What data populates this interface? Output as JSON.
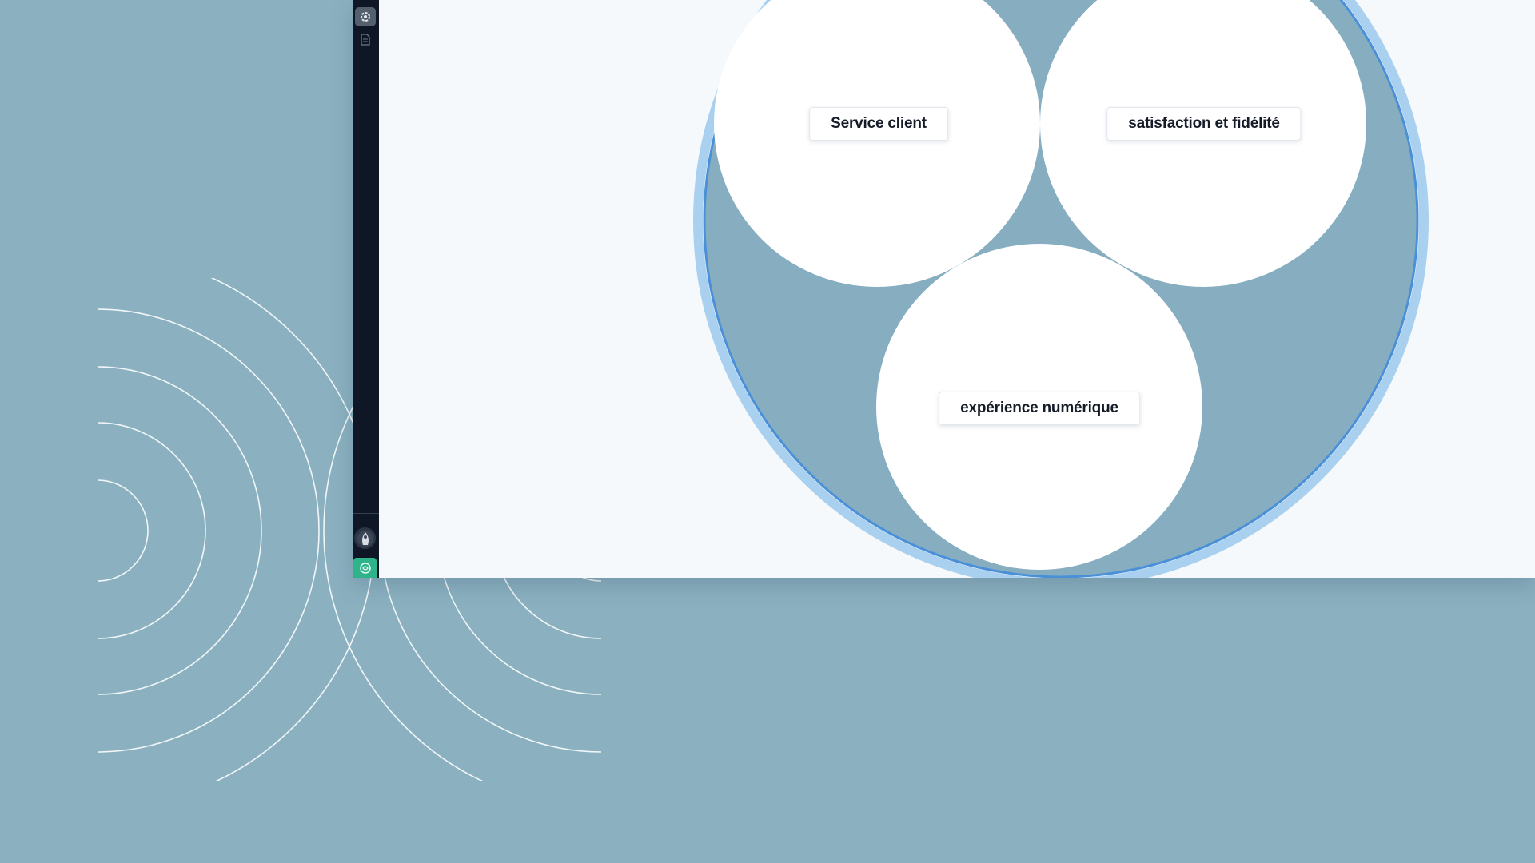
{
  "background": {
    "color": "#8bb1c1",
    "pattern": "concentric-arcs",
    "pattern_color": "#ffffff"
  },
  "sidebar": {
    "color": "#0f1726",
    "top_icons": [
      "gear-icon",
      "file-icon"
    ],
    "bottom_icons": [
      "user-avatar-icon",
      "ai-assistant-icon"
    ],
    "accent_color": "#2fb38a"
  },
  "canvas": {
    "color": "#f6f9fc"
  },
  "diagram": {
    "type": "venn-circles",
    "container_fill": "#86adc0",
    "container_stroke": "#4a90d9",
    "container_halo": "#a9d0ef",
    "circle_fill": "#ffffff",
    "circles": [
      {
        "id": "service",
        "label": "Service client"
      },
      {
        "id": "satisfaction",
        "label": "satisfaction et fidélité"
      },
      {
        "id": "experience",
        "label": "expérience numérique"
      }
    ]
  }
}
